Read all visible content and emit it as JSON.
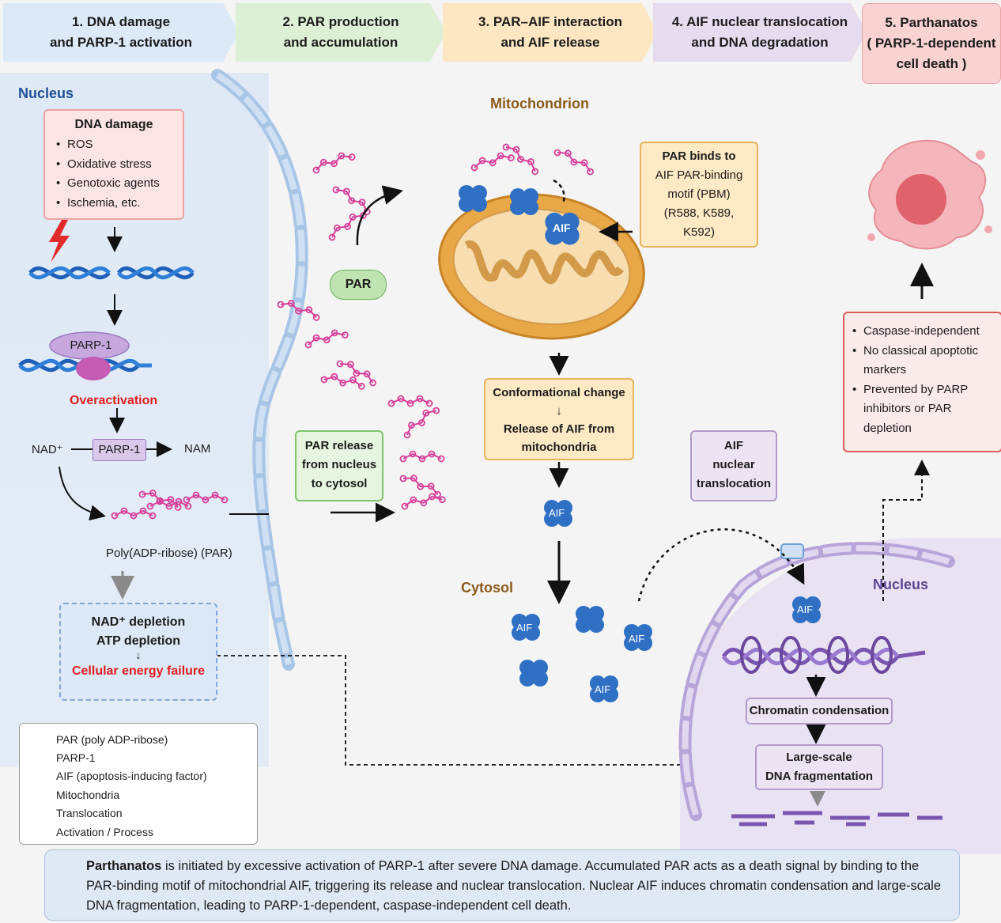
{
  "steps": [
    {
      "line1": "1. DNA damage",
      "line2": "and PARP-1 activation"
    },
    {
      "line1": "2. PAR production",
      "line2": "and accumulation"
    },
    {
      "line1": "3. PAR–AIF interaction",
      "line2": "and AIF release"
    },
    {
      "line1": "4. AIF nuclear translocation",
      "line2": "and DNA degradation"
    },
    {
      "line1": "5. Parthanatos",
      "line2": "( PARP-1-dependent",
      "line3": "cell death )"
    }
  ],
  "nucleus_left": {
    "title": "Nucleus",
    "dna_damage": {
      "title": "DNA damage",
      "items": [
        "ROS",
        "Oxidative stress",
        "Genotoxic agents",
        "Ischemia, etc."
      ]
    },
    "parp1_label": "PARP-1",
    "overactivation": "Overactivation",
    "nad": "NAD⁺",
    "parp1_enzyme": "PARP-1",
    "nam": "NAM",
    "par_label": "Poly(ADP-ribose) (PAR)",
    "energy": {
      "line1": "NAD⁺ depletion",
      "line2": "ATP depletion",
      "arrow": "↓",
      "line3": "Cellular energy failure"
    }
  },
  "par_bubble": "PAR",
  "par_release": {
    "line1": "PAR release",
    "line2": "from nucleus",
    "line3": "to cytosol"
  },
  "mitochondrion": {
    "title": "Mitochondrion",
    "aif_label": "AIF",
    "binding": {
      "line1": "PAR binds to",
      "line2": "AIF PAR-binding",
      "line3": "motif (PBM)",
      "line4": "(R588, K589,",
      "line5": "K592)"
    },
    "conformation": {
      "line1": "Conformational change",
      "arrow": "↓",
      "line2": "Release of AIF from",
      "line3": "mitochondria"
    }
  },
  "cytosol": {
    "title": "Cytosol",
    "aif_label": "AIF"
  },
  "aif_translocation": {
    "line1": "AIF",
    "line2": "nuclear",
    "line3": "translocation"
  },
  "nucleus_right": {
    "title": "Nucleus",
    "aif_label": "AIF",
    "chromatin": "Chromatin condensation",
    "fragmentation": {
      "line1": "Large-scale",
      "line2": "DNA fragmentation"
    }
  },
  "parthanatos_features": [
    "Caspase-independent",
    "No classical apoptotic markers",
    "Prevented by PARP inhibitors or PAR depletion"
  ],
  "legend": [
    {
      "icon": "par-icon",
      "label": "PAR (poly ADP-ribose)"
    },
    {
      "icon": "parp1-icon",
      "label": "PARP-1"
    },
    {
      "icon": "aif-icon",
      "label": "AIF (apoptosis-inducing factor)"
    },
    {
      "icon": "mitochondria-icon",
      "label": "Mitochondria"
    },
    {
      "icon": "translocation-icon",
      "label": "Translocation"
    },
    {
      "icon": "arrow-icon",
      "label": "Activation / Process"
    }
  ],
  "summary": {
    "bold": "Parthanatos",
    "text": " is initiated by excessive activation of PARP-1 after severe DNA damage. Accumulated PAR acts as a death signal by binding to the PAR-binding motif of mitochondrial AIF, triggering its release and nuclear translocation. Nuclear AIF induces chromatin condensation and large-scale DNA fragmentation, leading to PARP-1-dependent, caspase-independent cell death."
  },
  "colors": {
    "nucleus_blue": "#dfe9f5",
    "nucleus_purple": "#e8e2f2",
    "aif_blue": "#2f6fc4",
    "par_pink": "#d6409a",
    "alert_red": "#e01e1e"
  }
}
